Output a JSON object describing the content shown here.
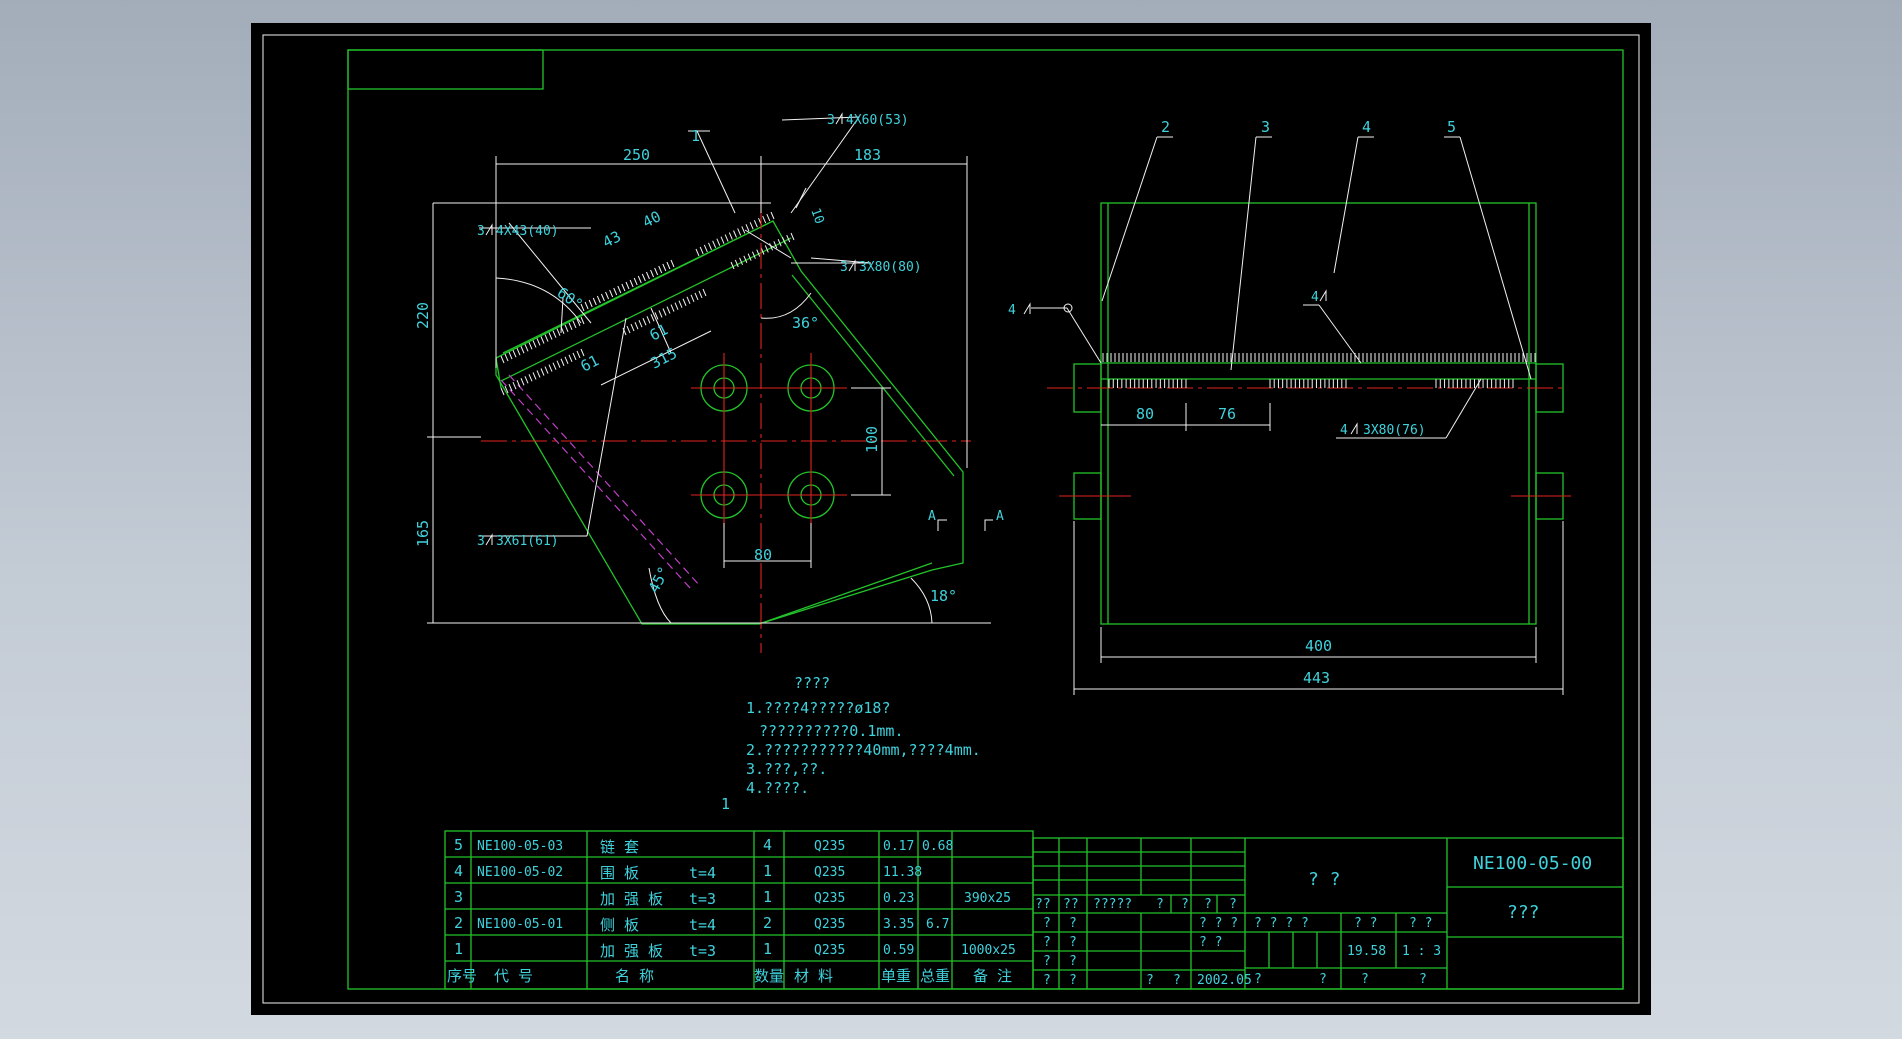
{
  "colors": {
    "background": "#000000",
    "outline": "#22c42a",
    "text": "#3fd2dc",
    "dimension": "#f2f2f2",
    "centerline": "#e2231e",
    "hidden": "#c040c8"
  },
  "left_view": {
    "balloons": [
      "1"
    ],
    "dims": {
      "w250": "250",
      "w183": "183",
      "h220": "220",
      "h165": "165",
      "d100": "100",
      "d80": "80",
      "d315": "315",
      "d61a": "61",
      "d61b": "61",
      "d43": "43",
      "d40": "40",
      "d10": "10"
    },
    "angles": {
      "a60": "60°",
      "a36": "36°",
      "a45": "45°",
      "a18": "18°"
    },
    "welds": {
      "w1": "3",
      "w1b": "4X60(53)",
      "w2": "3",
      "w2b": "4X43(40)",
      "w3": "3",
      "w3b": "3X80(80)",
      "w4": "3",
      "w4b": "3X61(61)"
    },
    "section": {
      "a1": "A",
      "a2": "A"
    }
  },
  "right_view": {
    "balloons": [
      "2",
      "3",
      "4",
      "5"
    ],
    "dims": {
      "d80": "80",
      "d76": "76",
      "d400": "400",
      "d443": "443"
    },
    "welds": {
      "w1": "4",
      "w2": "4",
      "w3": "4",
      "w3b": "3X80(76)"
    }
  },
  "notes": {
    "title": "????",
    "lines": [
      "1.????4?????ø18?",
      "??????????0.1mm.",
      "2.???????????40mm,????4mm.",
      "3.???,??.",
      "4.????."
    ],
    "marker": "1"
  },
  "bom": {
    "rows": [
      {
        "no": "5",
        "code": "NE100-05-03",
        "name": "链  套",
        "spec": "",
        "qty": "4",
        "mat": "Q235",
        "unit": "0.17",
        "total": "0.68",
        "note": ""
      },
      {
        "no": "4",
        "code": "NE100-05-02",
        "name": "围  板",
        "spec": "t=4",
        "qty": "1",
        "mat": "Q235",
        "unit": "11.38",
        "total": "",
        "note": ""
      },
      {
        "no": "3",
        "code": "",
        "name": "加 强 板",
        "spec": "t=3",
        "qty": "1",
        "mat": "Q235",
        "unit": "0.23",
        "total": "",
        "note": "390x25"
      },
      {
        "no": "2",
        "code": "NE100-05-01",
        "name": "侧  板",
        "spec": "t=4",
        "qty": "2",
        "mat": "Q235",
        "unit": "3.35",
        "total": "6.7",
        "note": ""
      },
      {
        "no": "1",
        "code": "",
        "name": "加 强 板",
        "spec": "t=3",
        "qty": "1",
        "mat": "Q235",
        "unit": "0.59",
        "total": "",
        "note": "1000x25"
      }
    ],
    "header": {
      "no": "序号",
      "code": "代    号",
      "name": "名        称",
      "qty": "数量",
      "mat": "材   料",
      "unit": "单重",
      "total": "总重",
      "note": "备  注"
    }
  },
  "title_block": {
    "revision": {
      "c1": "??",
      "c2": "??",
      "c3": "?????",
      "c4": "?",
      "c5": "?",
      "c6": "?",
      "c7": "?"
    },
    "sign_rows": [
      [
        "?",
        "?",
        "? ? ?"
      ],
      [
        "?",
        "?",
        "? ?"
      ],
      [
        "?",
        "?"
      ],
      [
        "?",
        "?",
        "?",
        "?",
        "2002.05"
      ]
    ],
    "name_cell": "?    ?",
    "stage_labels": "? ? ? ?",
    "weight_label": "? ?",
    "scale_label": "? ?",
    "weight": "19.58",
    "scale": "1 : 3",
    "sheet_row": [
      "?",
      "?",
      "?",
      "?"
    ],
    "drawing_no": "NE100-05-00",
    "drawing_name": "???"
  }
}
